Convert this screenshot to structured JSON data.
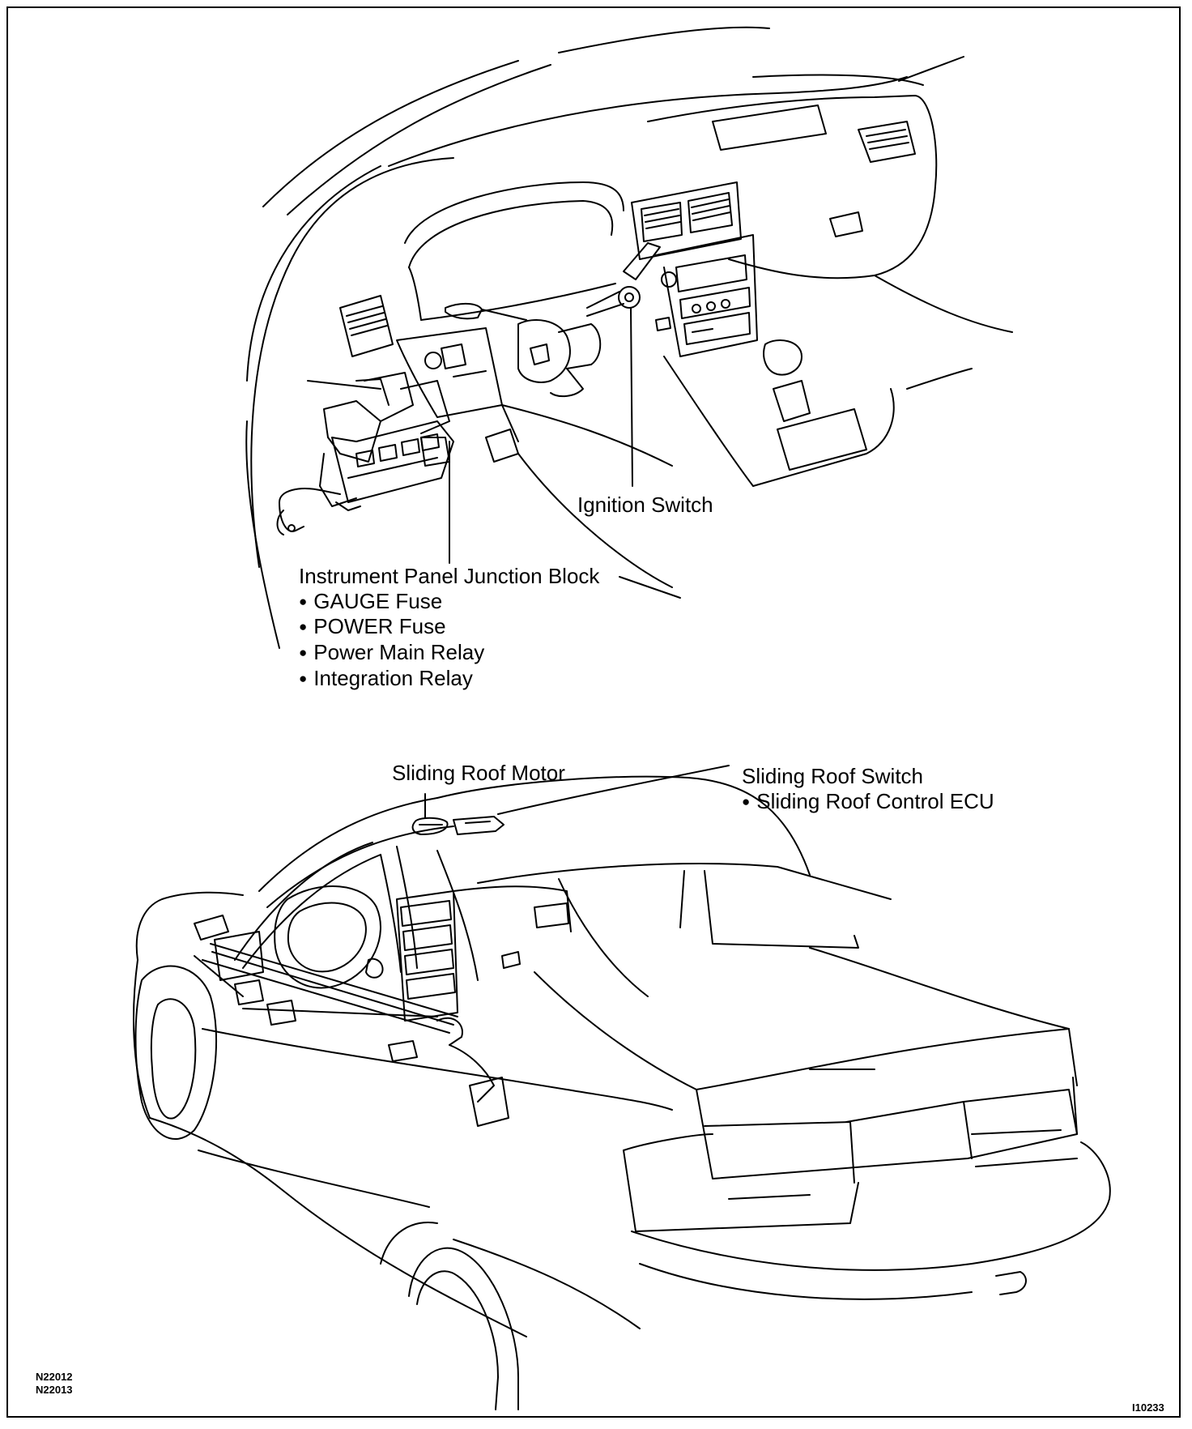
{
  "dashboard_view": {
    "ignition_switch": "Ignition Switch",
    "junction_block": {
      "title": "Instrument Panel Junction Block",
      "items": [
        "GAUGE Fuse",
        "POWER Fuse",
        "Power Main Relay",
        "Integration Relay"
      ]
    }
  },
  "vehicle_view": {
    "sliding_roof_motor": "Sliding Roof Motor",
    "sliding_roof_switch": {
      "title": "Sliding Roof Switch",
      "items": [
        "Sliding Roof Control ECU"
      ]
    }
  },
  "codes": {
    "left": [
      "N22012",
      "N22013"
    ],
    "right": "I10233"
  }
}
